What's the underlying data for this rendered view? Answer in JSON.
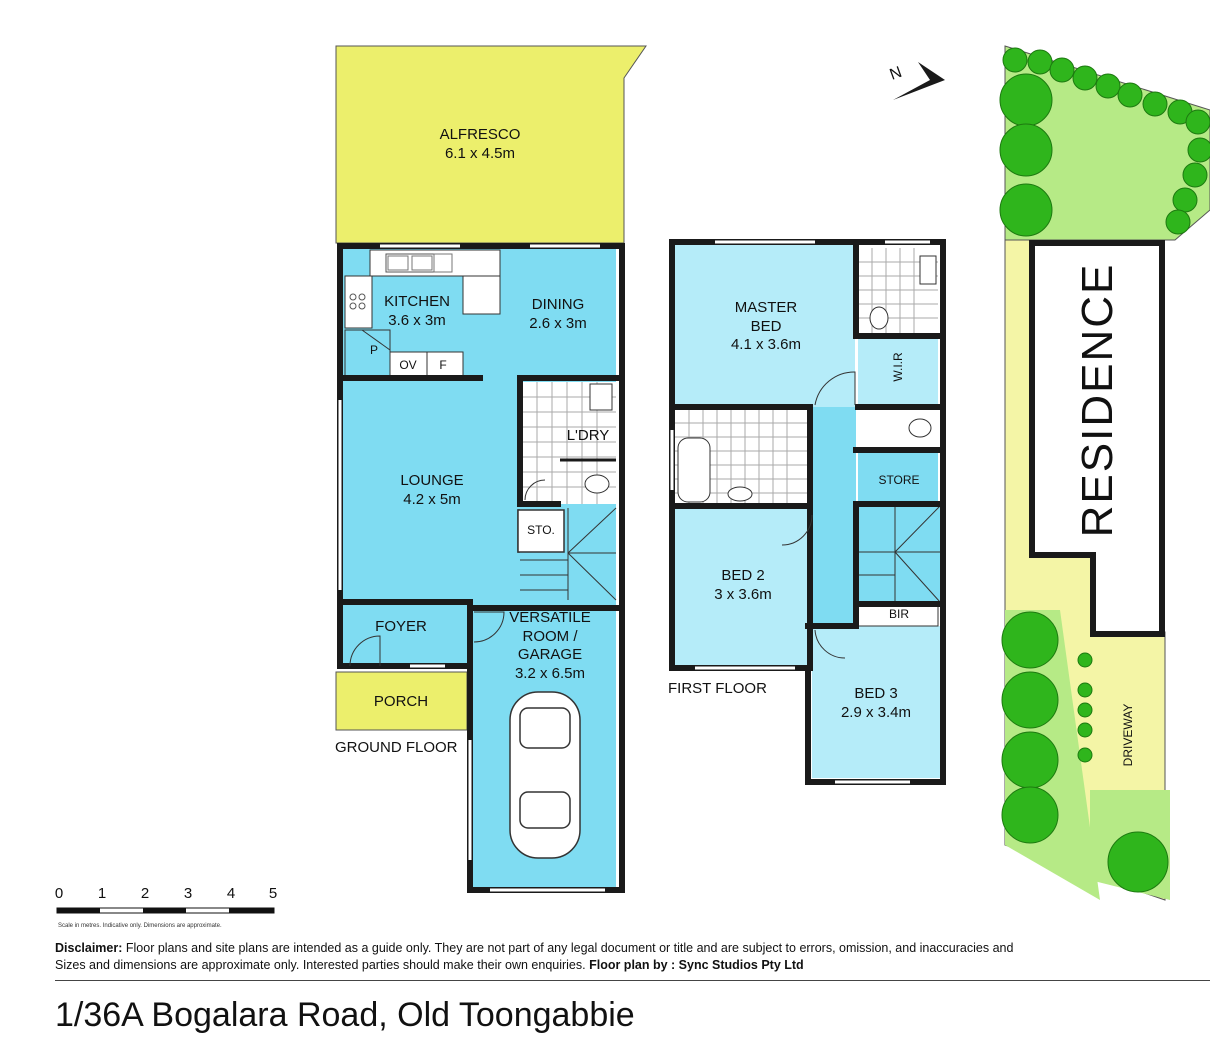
{
  "colors": {
    "room_fill": "#7fdcf2",
    "room_fill_light": "#b5ecf9",
    "outdoor_fill": "#ecef6c",
    "wall": "#1a1a1a",
    "garden": "#b6ea86",
    "tree": "#2fb51c",
    "driveway": "#f4f5a6"
  },
  "compass": {
    "label": "N"
  },
  "ground_floor": {
    "title": "GROUND FLOOR",
    "rooms": {
      "alfresco": {
        "name": "ALFRESCO",
        "dims": "6.1 x 4.5m"
      },
      "kitchen": {
        "name": "KITCHEN",
        "dims": "3.6 x 3m"
      },
      "dining": {
        "name": "DINING",
        "dims": "2.6 x 3m"
      },
      "pantry": {
        "name": "P"
      },
      "oven": {
        "name": "OV"
      },
      "fridge": {
        "name": "F"
      },
      "laundry": {
        "name": "L'DRY"
      },
      "lounge": {
        "name": "LOUNGE",
        "dims": "4.2 x 5m"
      },
      "storage": {
        "name": "STO."
      },
      "foyer": {
        "name": "FOYER"
      },
      "porch": {
        "name": "PORCH"
      },
      "garage": {
        "line1": "VERSATILE",
        "line2": "ROOM /",
        "line3": "GARAGE",
        "dims": "3.2 x 6.5m"
      }
    }
  },
  "first_floor": {
    "title": "FIRST FLOOR",
    "rooms": {
      "master": {
        "line1": "MASTER",
        "line2": "BED",
        "dims": "4.1 x 3.6m"
      },
      "wir": {
        "name": "W.I.R"
      },
      "store": {
        "name": "STORE"
      },
      "bed2": {
        "name": "BED 2",
        "dims": "3 x 3.6m"
      },
      "bed3": {
        "name": "BED 3",
        "dims": "2.9 x 3.4m"
      },
      "bir": {
        "name": "BIR"
      }
    }
  },
  "site": {
    "residence": "RESIDENCE",
    "driveway": "DRIVEWAY"
  },
  "scale": {
    "ticks": [
      "0",
      "1",
      "2",
      "3",
      "4",
      "5"
    ],
    "note": "Scale in metres. Indicative only. Dimensions are approximate."
  },
  "disclaimer": {
    "label": "Disclaimer:",
    "line1": " Floor plans and site plans are intended as a guide only. They are not part of any legal document or title and are subject to errors, omission, and inaccuracies and",
    "line2": "Sizes and dimensions are approximate only. Interested parties should make their own enquiries. ",
    "credit": "Floor plan by : Sync Studios Pty Ltd"
  },
  "address": "1/36A Bogalara Road, Old Toongabbie"
}
